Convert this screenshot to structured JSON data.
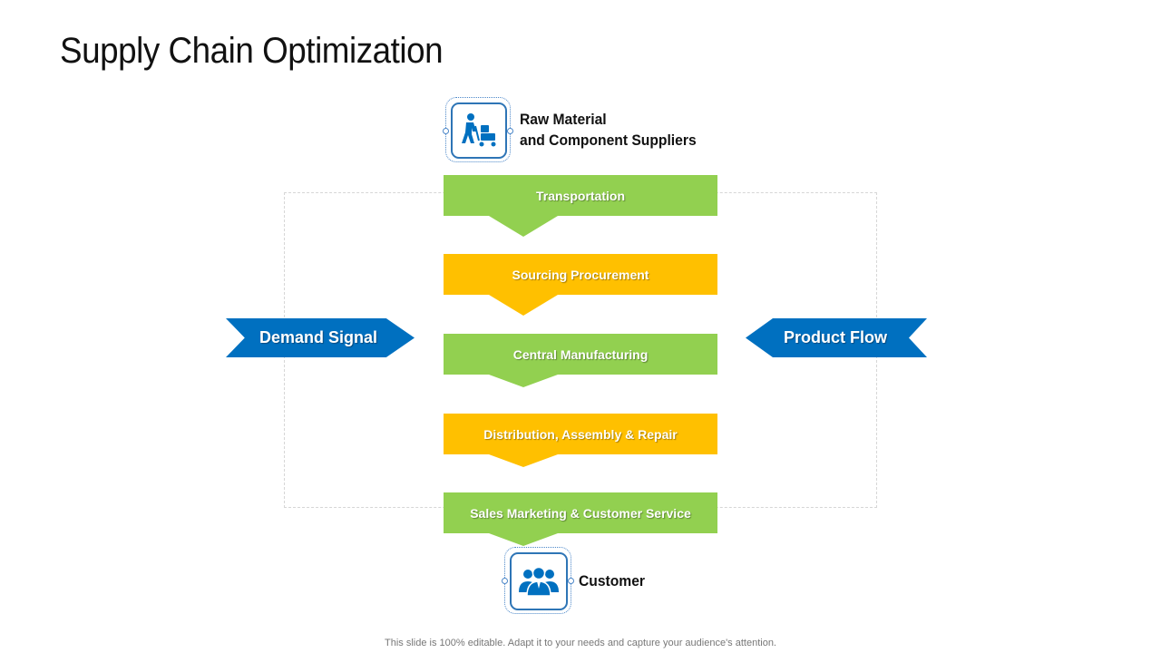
{
  "title": "Supply Chain Optimization",
  "top_node": {
    "label_line1": "Raw Material",
    "label_line2": "and Component Suppliers",
    "icon": "worker-with-cart-icon"
  },
  "steps": [
    {
      "label": "Transportation",
      "color": "#92d050"
    },
    {
      "label": "Sourcing Procurement",
      "color": "#ffc000"
    },
    {
      "label": "Central Manufacturing",
      "color": "#92d050"
    },
    {
      "label": "Distribution, Assembly & Repair",
      "color": "#ffc000"
    },
    {
      "label": "Sales Marketing & Customer Service",
      "color": "#92d050"
    }
  ],
  "left_banner": {
    "label": "Demand Signal",
    "color": "#0070c0"
  },
  "right_banner": {
    "label": "Product Flow",
    "color": "#0070c0"
  },
  "bottom_node": {
    "label": "Customer",
    "icon": "people-group-icon"
  },
  "footer": "This slide is 100% editable. Adapt it to your needs and capture your audience's attention."
}
